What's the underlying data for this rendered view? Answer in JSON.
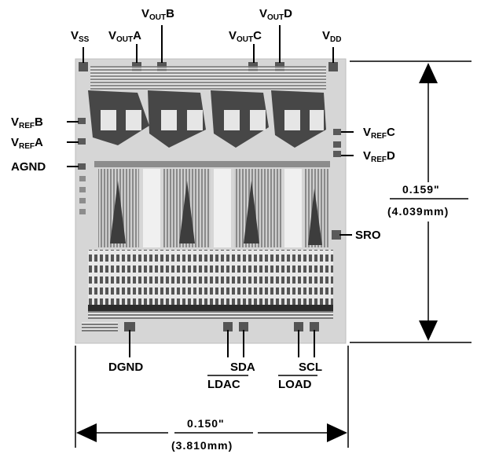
{
  "pins": {
    "vss": {
      "main": "V",
      "sub": "SS",
      "suffix": ""
    },
    "vouta": {
      "main": "V",
      "sub": "OUT",
      "suffix": "A"
    },
    "voutb": {
      "main": "V",
      "sub": "OUT",
      "suffix": "B"
    },
    "voutc": {
      "main": "V",
      "sub": "OUT",
      "suffix": "C"
    },
    "voutd": {
      "main": "V",
      "sub": "OUT",
      "suffix": "D"
    },
    "vdd": {
      "main": "V",
      "sub": "DD",
      "suffix": ""
    },
    "vrefb": {
      "main": "V",
      "sub": "REF",
      "suffix": "B"
    },
    "vrefa": {
      "main": "V",
      "sub": "REF",
      "suffix": "A"
    },
    "vrefc": {
      "main": "V",
      "sub": "REF",
      "suffix": "C"
    },
    "vrefd": {
      "main": "V",
      "sub": "REF",
      "suffix": "D"
    },
    "agnd": "AGND",
    "sro": "SRO",
    "dgnd": "DGND",
    "sda": "SDA",
    "ldac": "LDAC",
    "scl": "SCL",
    "load": "LOAD"
  },
  "dimensions": {
    "height_in": "0.159\"",
    "height_mm": "(4.039mm)",
    "width_in": "0.150\"",
    "width_mm": "(3.810mm)"
  },
  "colors": {
    "die_bg": "#d9d9d9",
    "die_dark": "#3a3a3a",
    "line": "#000000"
  }
}
